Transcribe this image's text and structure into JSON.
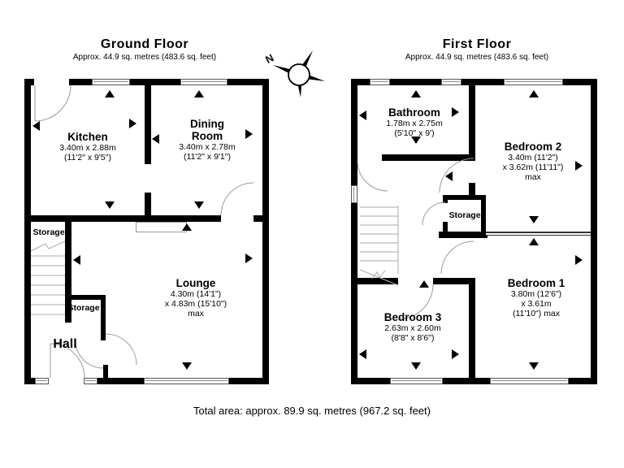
{
  "ground_floor": {
    "title": "Ground Floor",
    "subtitle": "Approx. 44.9 sq. metres (483.6 sq. feet)",
    "rooms": {
      "kitchen": {
        "name": "Kitchen",
        "dims1": "3.40m x 2.88m",
        "dims2": "(11'2\" x 9'5\")"
      },
      "dining": {
        "name": "Dining Room",
        "dims1": "3.40m x 2.78m",
        "dims2": "(11'2\" x 9'1\")"
      },
      "lounge": {
        "name": "Lounge",
        "dims1": "4.30m (14'1\")",
        "dims2": "x 4.83m (15'10\") max"
      },
      "storage_stairs": {
        "name": "Storage"
      },
      "storage_hall": {
        "name": "Storage"
      },
      "hall": {
        "name": "Hall"
      }
    }
  },
  "first_floor": {
    "title": "First Floor",
    "subtitle": "Approx. 44.9 sq. metres (483.6 sq. feet)",
    "rooms": {
      "bathroom": {
        "name": "Bathroom",
        "dims1": "1.78m x 2.75m",
        "dims2": "(5'10\" x 9')"
      },
      "bedroom2": {
        "name": "Bedroom 2",
        "dims1": "3.40m (11'2\")",
        "dims2": "x 3.62m (11'11\") max"
      },
      "bedroom1": {
        "name": "Bedroom 1",
        "dims1": "3.80m (12'6\")",
        "dims2": "x 3.61m (11'10\") max"
      },
      "bedroom3": {
        "name": "Bedroom 3",
        "dims1": "2.63m x 2.60m",
        "dims2": "(8'8\" x 8'6\")"
      },
      "storage": {
        "name": "Storage"
      }
    }
  },
  "compass": {
    "north_label": "N"
  },
  "footer": {
    "total_area": "Total area: approx. 89.9 sq. metres (967.2 sq. feet)"
  },
  "icons": {
    "measure_arrow": "black triangle",
    "compass": "4-point star"
  },
  "colors": {
    "wall": "#000000",
    "background": "#ffffff",
    "line": "#999999"
  }
}
